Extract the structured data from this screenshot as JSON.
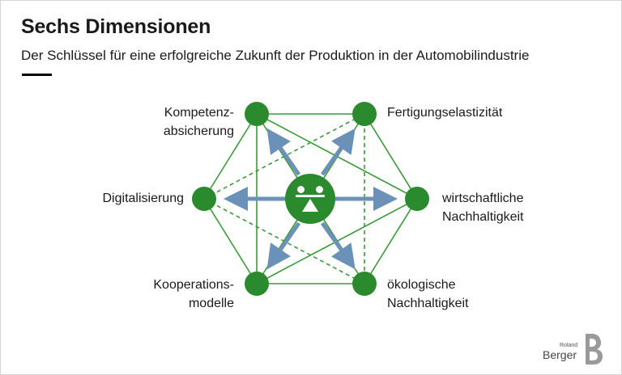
{
  "header": {
    "title": "Sechs Dimensionen",
    "subtitle": "Der Schlüssel für eine erfolgreiche Zukunft der Produktion in der Automobilindustrie"
  },
  "dimensions": {
    "top_left": [
      "Kompetenz-",
      "absicherung"
    ],
    "top_right": [
      "Fertigungselastizität"
    ],
    "left": [
      "Digitalisierung"
    ],
    "right": [
      "wirtschaftliche",
      "Nachhaltigkeit"
    ],
    "bottom_left": [
      "Kooperations-",
      "modelle"
    ],
    "bottom_right": [
      "ökologische",
      "Nachhaltigkeit"
    ]
  },
  "logo": {
    "small": "Roland",
    "main": "Berger"
  },
  "colors": {
    "node_green": "#2a8a2d",
    "line_green": "#3a9a3a",
    "arrow_blue": "#6b91b8",
    "center_icon": "scale-balance-icon"
  }
}
